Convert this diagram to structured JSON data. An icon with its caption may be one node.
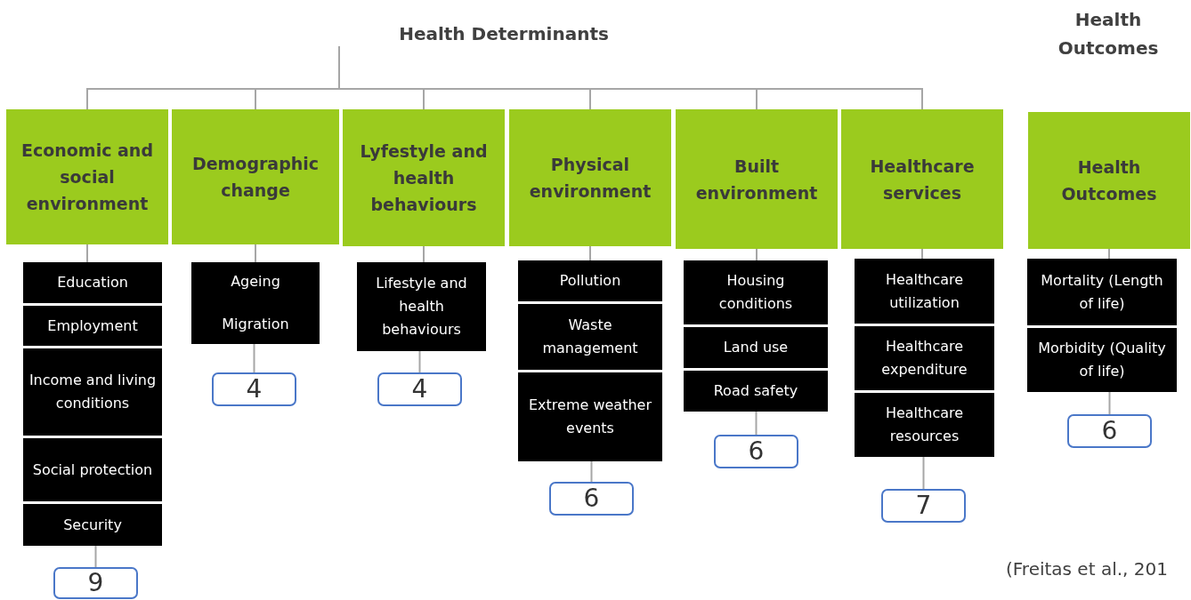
{
  "diagram": {
    "nodes": [
      {
        "text": [
          "Health Determinants"
        ]
      },
      {
        "text": [
          "Economic and social environment"
        ]
      },
      {
        "text": [
          "Education"
        ]
      },
      {
        "text": [
          "Employment"
        ]
      },
      {
        "text": [
          "Income and living conditions"
        ]
      },
      {
        "text": [
          "Social protection"
        ]
      },
      {
        "text": [
          "Security"
        ]
      },
      {
        "text": [
          "9"
        ]
      },
      {
        "text": [
          "Demographic change"
        ]
      },
      {
        "text": [
          "Ageing",
          "Migration"
        ]
      },
      {
        "text": [
          "4"
        ]
      },
      {
        "text": [
          "Lyfestyle and health behaviours"
        ]
      },
      {
        "text": [
          "Lifestyle and health behaviours"
        ]
      },
      {
        "text": [
          "4"
        ]
      },
      {
        "text": [
          "Physical environment"
        ]
      },
      {
        "text": [
          "Pollution"
        ]
      },
      {
        "text": [
          "Waste management"
        ]
      },
      {
        "text": [
          "Extreme weather events"
        ]
      },
      {
        "text": [
          "6"
        ]
      },
      {
        "text": [
          "Built environment"
        ]
      },
      {
        "text": [
          "Housing conditions"
        ]
      },
      {
        "text": [
          "Land use"
        ]
      },
      {
        "text": [
          "Road safety"
        ]
      },
      {
        "text": [
          "6"
        ]
      },
      {
        "text": [
          "Healthcare services"
        ]
      },
      {
        "text": [
          "Healthcare utilization"
        ]
      },
      {
        "text": [
          "Healthcare expenditure"
        ]
      },
      {
        "text": [
          "Healthcare resources"
        ]
      },
      {
        "text": [
          "7"
        ]
      },
      {
        "text": [
          "Health Outcomes"
        ]
      },
      {
        "text": [
          "Mortality (Length of life)"
        ]
      },
      {
        "text": [
          "Morbidity (Quality of life)"
        ]
      },
      {
        "text": [
          "6"
        ]
      }
    ],
    "edges": [
      {
        "from": 0,
        "to": 1,
        "arrow": "none"
      },
      {
        "from": 0,
        "to": 8,
        "arrow": "none"
      },
      {
        "from": 0,
        "to": 11,
        "arrow": "none"
      },
      {
        "from": 0,
        "to": 14,
        "arrow": "none"
      },
      {
        "from": 0,
        "to": 19,
        "arrow": "none"
      },
      {
        "from": 0,
        "to": 24,
        "arrow": "none"
      },
      {
        "from": 1,
        "to": 2,
        "arrow": "none"
      },
      {
        "from": 6,
        "to": 7,
        "arrow": "none"
      },
      {
        "from": 8,
        "to": 9,
        "arrow": "none"
      },
      {
        "from": 9,
        "to": 10,
        "arrow": "none"
      },
      {
        "from": 11,
        "to": 12,
        "arrow": "none"
      },
      {
        "from": 12,
        "to": 13,
        "arrow": "none"
      },
      {
        "from": 14,
        "to": 15,
        "arrow": "none"
      },
      {
        "from": 17,
        "to": 18,
        "arrow": "none"
      },
      {
        "from": 19,
        "to": 20,
        "arrow": "none"
      },
      {
        "from": 22,
        "to": 23,
        "arrow": "none"
      },
      {
        "from": 24,
        "to": 25,
        "arrow": "none"
      },
      {
        "from": 27,
        "to": 28,
        "arrow": "none"
      },
      {
        "from": 29,
        "to": 30,
        "arrow": "none"
      },
      {
        "from": 31,
        "to": 32,
        "arrow": "none"
      }
    ],
    "labels": [
      "Health Outcomes",
      "(Freitas et al., 201"
    ]
  }
}
